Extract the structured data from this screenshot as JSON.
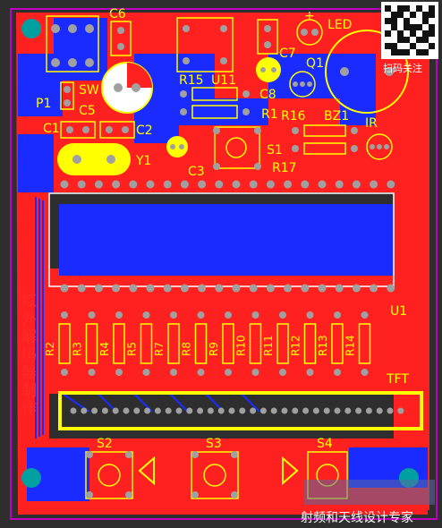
{
  "board": {
    "colors": {
      "background": "#2e2e2e",
      "outline": "#c000c0",
      "top_copper": "#ff2020",
      "bottom_copper": "#1a2bff",
      "silkscreen": "#ffff00",
      "pad": "#a0a0a0",
      "hole": "#00a0a0",
      "highlight": "#ffff00"
    },
    "labels": {
      "C6": "C6",
      "LED": "LED",
      "P1": "P1",
      "SW": "SW",
      "C5": "C5",
      "R15": "R15",
      "U11": "U11",
      "C8": "C8",
      "C7": "C7",
      "Q1": "Q1",
      "R1": "R1",
      "R16": "R16",
      "BZ1": "BZ1",
      "IR": "IR",
      "C1": "C1",
      "C2": "C2",
      "Y1": "Y1",
      "S1": "S1",
      "C3": "C3",
      "R17": "R17",
      "U1": "U1",
      "TFT": "TFT",
      "S2": "S2",
      "S3": "S3",
      "S4": "S4",
      "plus": "+"
    },
    "resistor_labels": [
      "R2",
      "R3",
      "R4",
      "R5",
      "R7",
      "R8",
      "R9",
      "R10",
      "R11",
      "R12",
      "R13",
      "R14"
    ],
    "vertical_title": [
      "红",
      "外",
      "解",
      "码",
      "器",
      "制",
      "作"
    ],
    "watermark": {
      "bottom_text": "射频和天线设计专家",
      "qr_caption": "扫码关注"
    }
  }
}
